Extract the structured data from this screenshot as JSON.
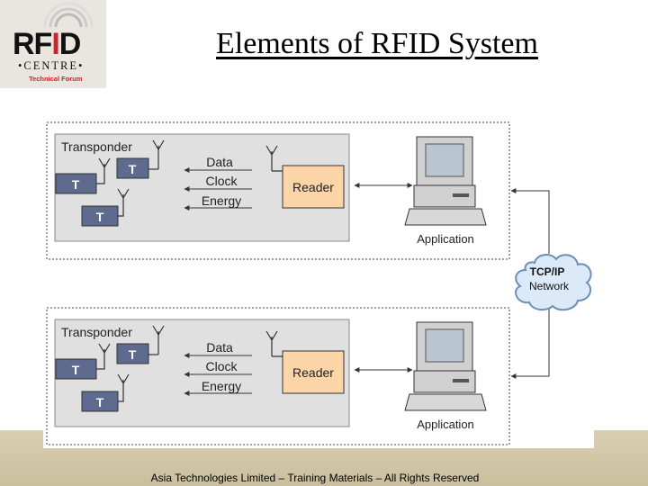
{
  "logo": {
    "rfid": "RFID",
    "centre": "•CENTRE•",
    "forum": "Technical Forum"
  },
  "title": "Elements of RFID System",
  "footer": "Asia Technologies Limited – Training Materials – All Rights Reserved",
  "diagram": {
    "panels": [
      {
        "transponder_label": "Transponder",
        "tags": [
          "T",
          "T",
          "T"
        ],
        "signals": [
          "Data",
          "Clock",
          "Energy"
        ],
        "reader": "Reader",
        "application": "Application"
      },
      {
        "transponder_label": "Transponder",
        "tags": [
          "T",
          "T",
          "T"
        ],
        "signals": [
          "Data",
          "Clock",
          "Energy"
        ],
        "reader": "Reader",
        "application": "Application"
      }
    ],
    "network": {
      "line1": "TCP/IP",
      "line2": "Network"
    }
  },
  "colors": {
    "tag_fill": "#5e6a8e",
    "reader_fill": "#fbd5a8",
    "panel_fill": "#e0e0e0",
    "cloud_fill": "#dbe9f8"
  }
}
